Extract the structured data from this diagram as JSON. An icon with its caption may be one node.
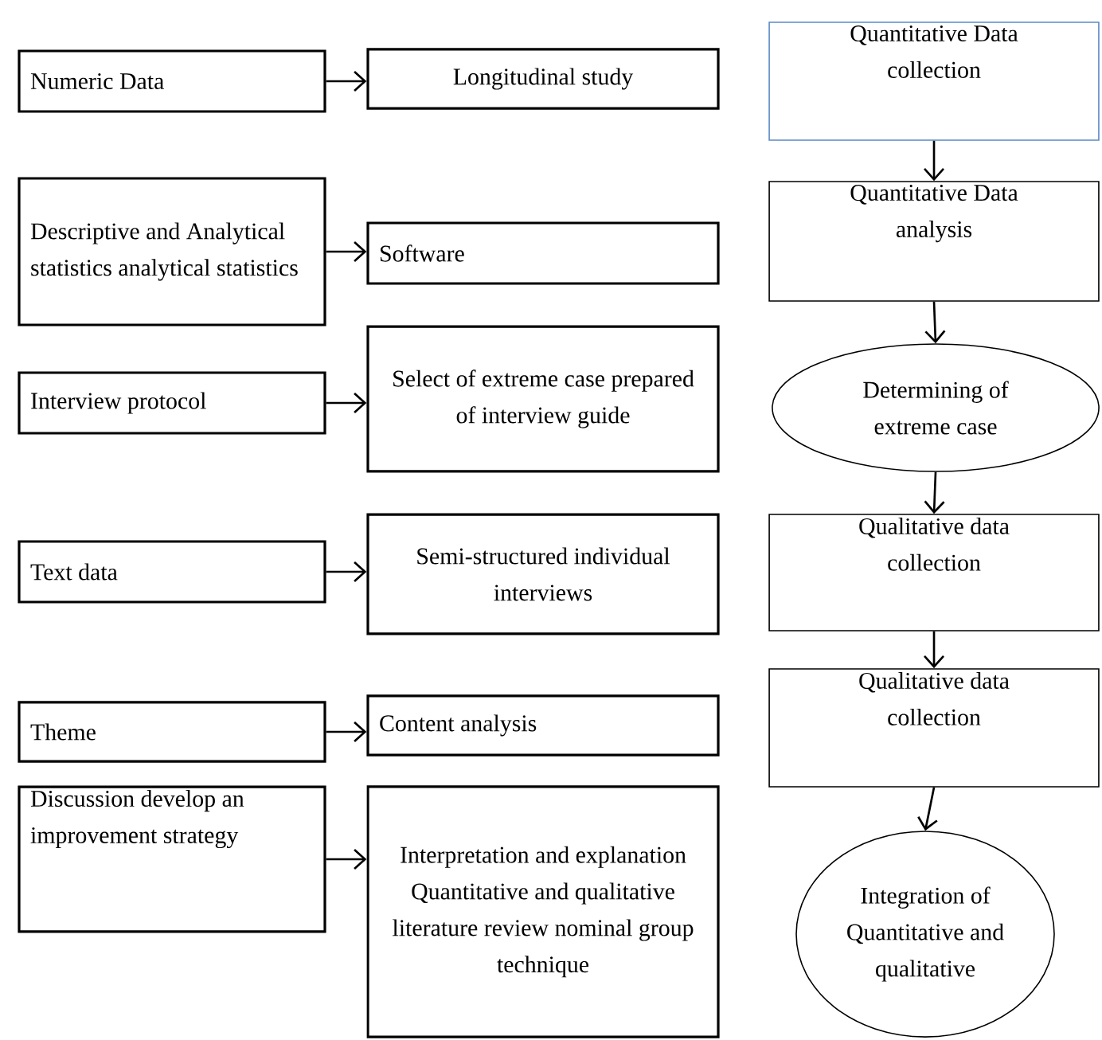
{
  "diagram": {
    "nodes": [
      {
        "text": [
          "Numeric Data"
        ]
      },
      {
        "text": [
          "Longitudinal study"
        ]
      },
      {
        "text": [
          "Quantitative Data collection"
        ]
      },
      {
        "text": [
          "Descriptive and Analytical statistics analytical statistics"
        ]
      },
      {
        "text": [
          "Software"
        ]
      },
      {
        "text": [
          "Quantitative Data analysis"
        ]
      },
      {
        "text": [
          "Interview protocol"
        ]
      },
      {
        "text": [
          "Select of extreme case prepared of interview guide"
        ]
      },
      {
        "text": [
          "Determining of extreme case"
        ]
      },
      {
        "text": [
          "Text data"
        ]
      },
      {
        "text": [
          "Semi-structured individual interviews"
        ]
      },
      {
        "text": [
          "Qualitative data collection"
        ]
      },
      {
        "text": [
          "Theme"
        ]
      },
      {
        "text": [
          "Content analysis"
        ]
      },
      {
        "text": [
          "Qualitative data collection"
        ]
      },
      {
        "text": [
          "Discussion develop an improvement strategy"
        ]
      },
      {
        "text": [
          "Interpretation and explanation Quantitative and qualitative literature review nominal group technique"
        ]
      },
      {
        "text": [
          "Integration of Quantitative and qualitative"
        ]
      }
    ],
    "edges": [
      {
        "from": 0,
        "to": 1,
        "arrow": "to"
      },
      {
        "from": 3,
        "to": 4,
        "arrow": "to"
      },
      {
        "from": 6,
        "to": 7,
        "arrow": "to"
      },
      {
        "from": 9,
        "to": 10,
        "arrow": "to"
      },
      {
        "from": 12,
        "to": 13,
        "arrow": "to"
      },
      {
        "from": 15,
        "to": 16,
        "arrow": "to"
      },
      {
        "from": 2,
        "to": 5,
        "arrow": "to"
      },
      {
        "from": 5,
        "to": 8,
        "arrow": "to"
      },
      {
        "from": 8,
        "to": 11,
        "arrow": "to"
      },
      {
        "from": 11,
        "to": 14,
        "arrow": "to"
      },
      {
        "from": 14,
        "to": 17,
        "arrow": "to"
      }
    ]
  }
}
